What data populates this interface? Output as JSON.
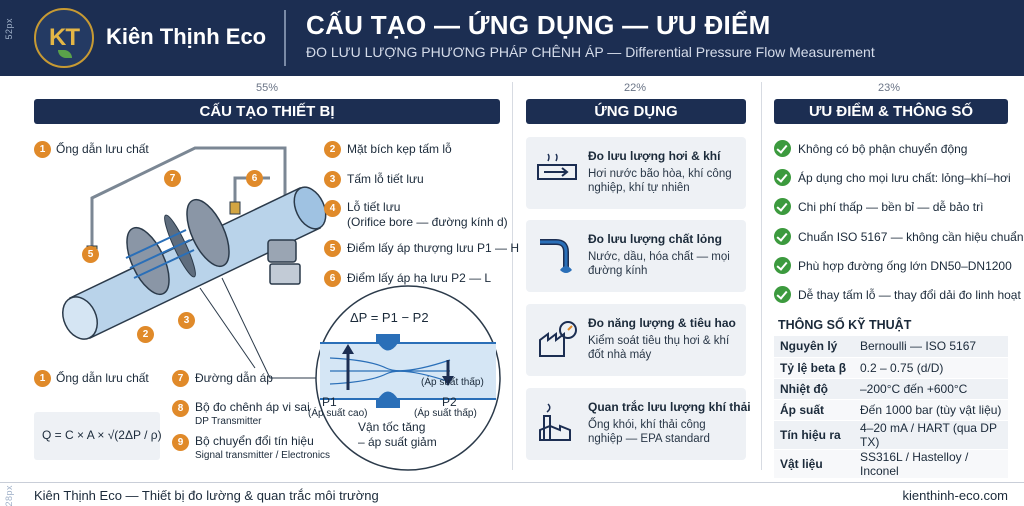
{
  "header": {
    "side_tag": "52px",
    "logo_text": "KT",
    "brand": "Kiên Thịnh Eco",
    "title": "CẤU TẠO — ỨNG DỤNG — ƯU ĐIỂM",
    "subtitle": "ĐO LƯU LƯỢNG PHƯƠNG PHÁP CHÊNH ÁP — Differential Pressure Flow Measurement"
  },
  "columns": {
    "left_pct": "55%",
    "middle_pct": "22%",
    "right_pct": "23%",
    "left_title": "CẤU TẠO THIẾT BỊ",
    "middle_title": "ỨNG DỤNG",
    "right_title": "ƯU ĐIỂM & THÔNG SỐ"
  },
  "structure": {
    "callouts_top": [
      {
        "num": "1",
        "label": "Ống dẫn lưu chất"
      },
      {
        "num": "2",
        "label": "Mặt bích kẹp tấm lỗ"
      },
      {
        "num": "3",
        "label": "Tấm lỗ tiết lưu"
      },
      {
        "num": "4",
        "label": "Lỗ tiết lưu",
        "sub": "(Orifice bore — đường kính d)"
      },
      {
        "num": "5",
        "label": "Điểm lấy áp thượng lưu P1 — H"
      },
      {
        "num": "6",
        "label": "Điểm lấy áp hạ lưu P2 — L"
      }
    ],
    "diagram_markers": [
      "7",
      "6",
      "5",
      "2",
      "3"
    ],
    "callouts_bottom": [
      {
        "num": "1",
        "label": "Ống dẫn lưu chất"
      },
      {
        "num": "7",
        "label": "Đường dẫn áp"
      },
      {
        "num": "8",
        "label": "Bộ đo chênh áp vi sai",
        "sub": "DP Transmitter"
      },
      {
        "num": "9",
        "label": "Bộ chuyển đổi tín hiệu",
        "sub": "Signal transmitter / Electronics"
      }
    ],
    "formula": "Q = C × A × √(2ΔP / ρ)",
    "detail": {
      "eq": "ΔP = P1 − P2",
      "p1": "P1",
      "p1_note": "(Áp suất cao)",
      "p2": "P2",
      "p2_note": "(Áp suất thấp)",
      "low_note": "(Áp suất thấp)",
      "caption_1": "Vận tốc tăng",
      "caption_2": "– áp suất giảm"
    }
  },
  "applications": [
    {
      "icon": "steam-gas-flow-icon",
      "title": "Đo lưu lượng hơi & khí",
      "desc": "Hơi nước bão hòa, khí công nghiệp, khí tự nhiên"
    },
    {
      "icon": "liquid-pipe-icon",
      "title": "Đo lưu lượng chất lỏng",
      "desc": "Nước, dầu, hóa chất — mọi đường kính"
    },
    {
      "icon": "energy-factory-gauge-icon",
      "title": "Đo năng lượng & tiêu hao",
      "desc": "Kiểm soát tiêu thụ hơi & khí đốt nhà máy"
    },
    {
      "icon": "stack-emission-icon",
      "title": "Quan trắc lưu lượng khí thải",
      "desc": "Ống khói, khí thải công nghiệp — EPA standard"
    }
  ],
  "advantages": [
    "Không có bộ phận chuyển động",
    "Áp dụng cho mọi lưu chất: lỏng–khí–hơi",
    "Chi phí thấp — bền bỉ — dễ bảo trì",
    "Chuẩn ISO 5167 — không cần hiệu chuẩn",
    "Phù hợp đường ống lớn DN50–DN1200",
    "Dễ thay tấm lỗ — thay đổi dải đo linh hoạt"
  ],
  "specs": {
    "title": "THÔNG SỐ KỸ THUẬT",
    "rows": [
      {
        "key": "Nguyên lý",
        "value": "Bernoulli — ISO 5167"
      },
      {
        "key": "Tỷ lệ beta β",
        "value": "0.2 – 0.75 (d/D)"
      },
      {
        "key": "Nhiệt độ",
        "value": "–200°C đến +600°C"
      },
      {
        "key": "Áp suất",
        "value": "Đến 1000 bar (tùy vật liệu)"
      },
      {
        "key": "Tín hiệu ra",
        "value": "4–20 mA / HART (qua DP TX)"
      },
      {
        "key": "Vật liệu",
        "value": "SS316L / Hastelloy / Inconel"
      }
    ]
  },
  "footer": {
    "side_tag": "28px",
    "left": "Kiên Thịnh Eco — Thiết bị đo lường & quan trắc môi trường",
    "right": "kienthinh-eco.com"
  },
  "colors": {
    "navy": "#1c2e52",
    "orange": "#e08a2a",
    "green": "#3c9a3e",
    "blue": "#2a6fb8",
    "pipe": "#b9d3ea"
  }
}
